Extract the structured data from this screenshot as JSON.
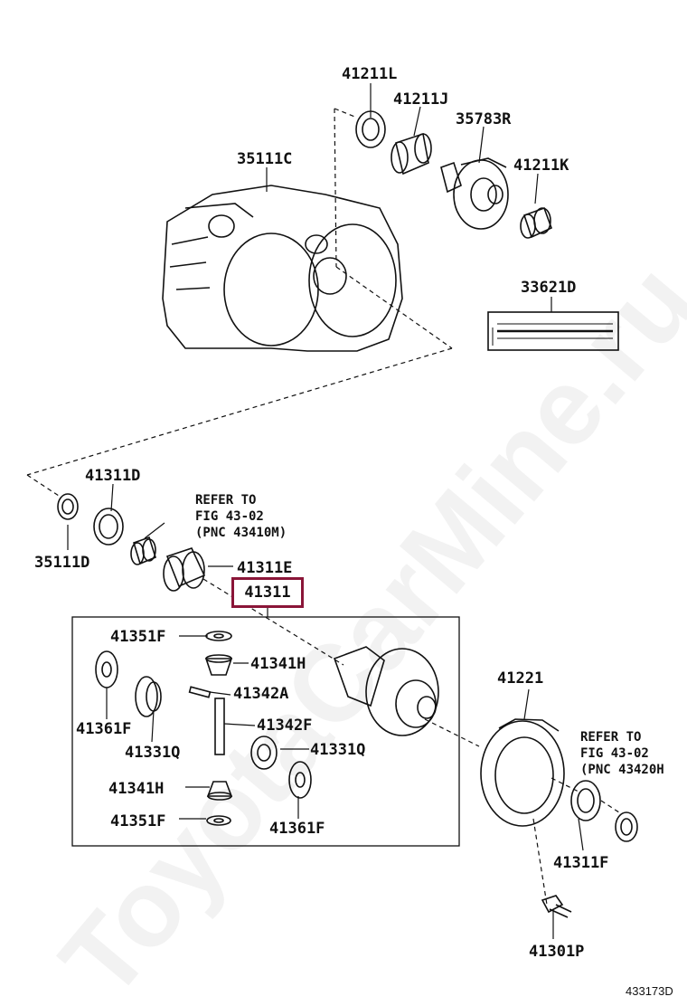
{
  "diagram": {
    "watermark": "ToyotaCarMine.ru",
    "figure_code": "433173D",
    "highlighted_part": "41311",
    "parts": {
      "p41211L": "41211L",
      "p41211J": "41211J",
      "p35783R": "35783R",
      "p41211K": "41211K",
      "p35111C": "35111C",
      "p33621D": "33621D",
      "p41311D": "41311D",
      "p35111D": "35111D",
      "p41311E": "41311E",
      "p41351F_top": "41351F",
      "p41341H_top": "41341H",
      "p41342A": "41342A",
      "p41342F": "41342F",
      "p41361F_left": "41361F",
      "p41331Q_left": "41331Q",
      "p41331Q_right": "41331Q",
      "p41341H_bottom": "41341H",
      "p41351F_bottom": "41351F",
      "p41361F_right": "41361F",
      "p41221": "41221",
      "p41311F": "41311F",
      "p41301P": "41301P"
    },
    "refer_notes": {
      "note_left": [
        "REFER TO",
        "FIG 43-02",
        "(PNC 43410M)"
      ],
      "note_right": [
        "REFER TO",
        "FIG 43-02",
        "(PNC 43420H"
      ]
    }
  }
}
